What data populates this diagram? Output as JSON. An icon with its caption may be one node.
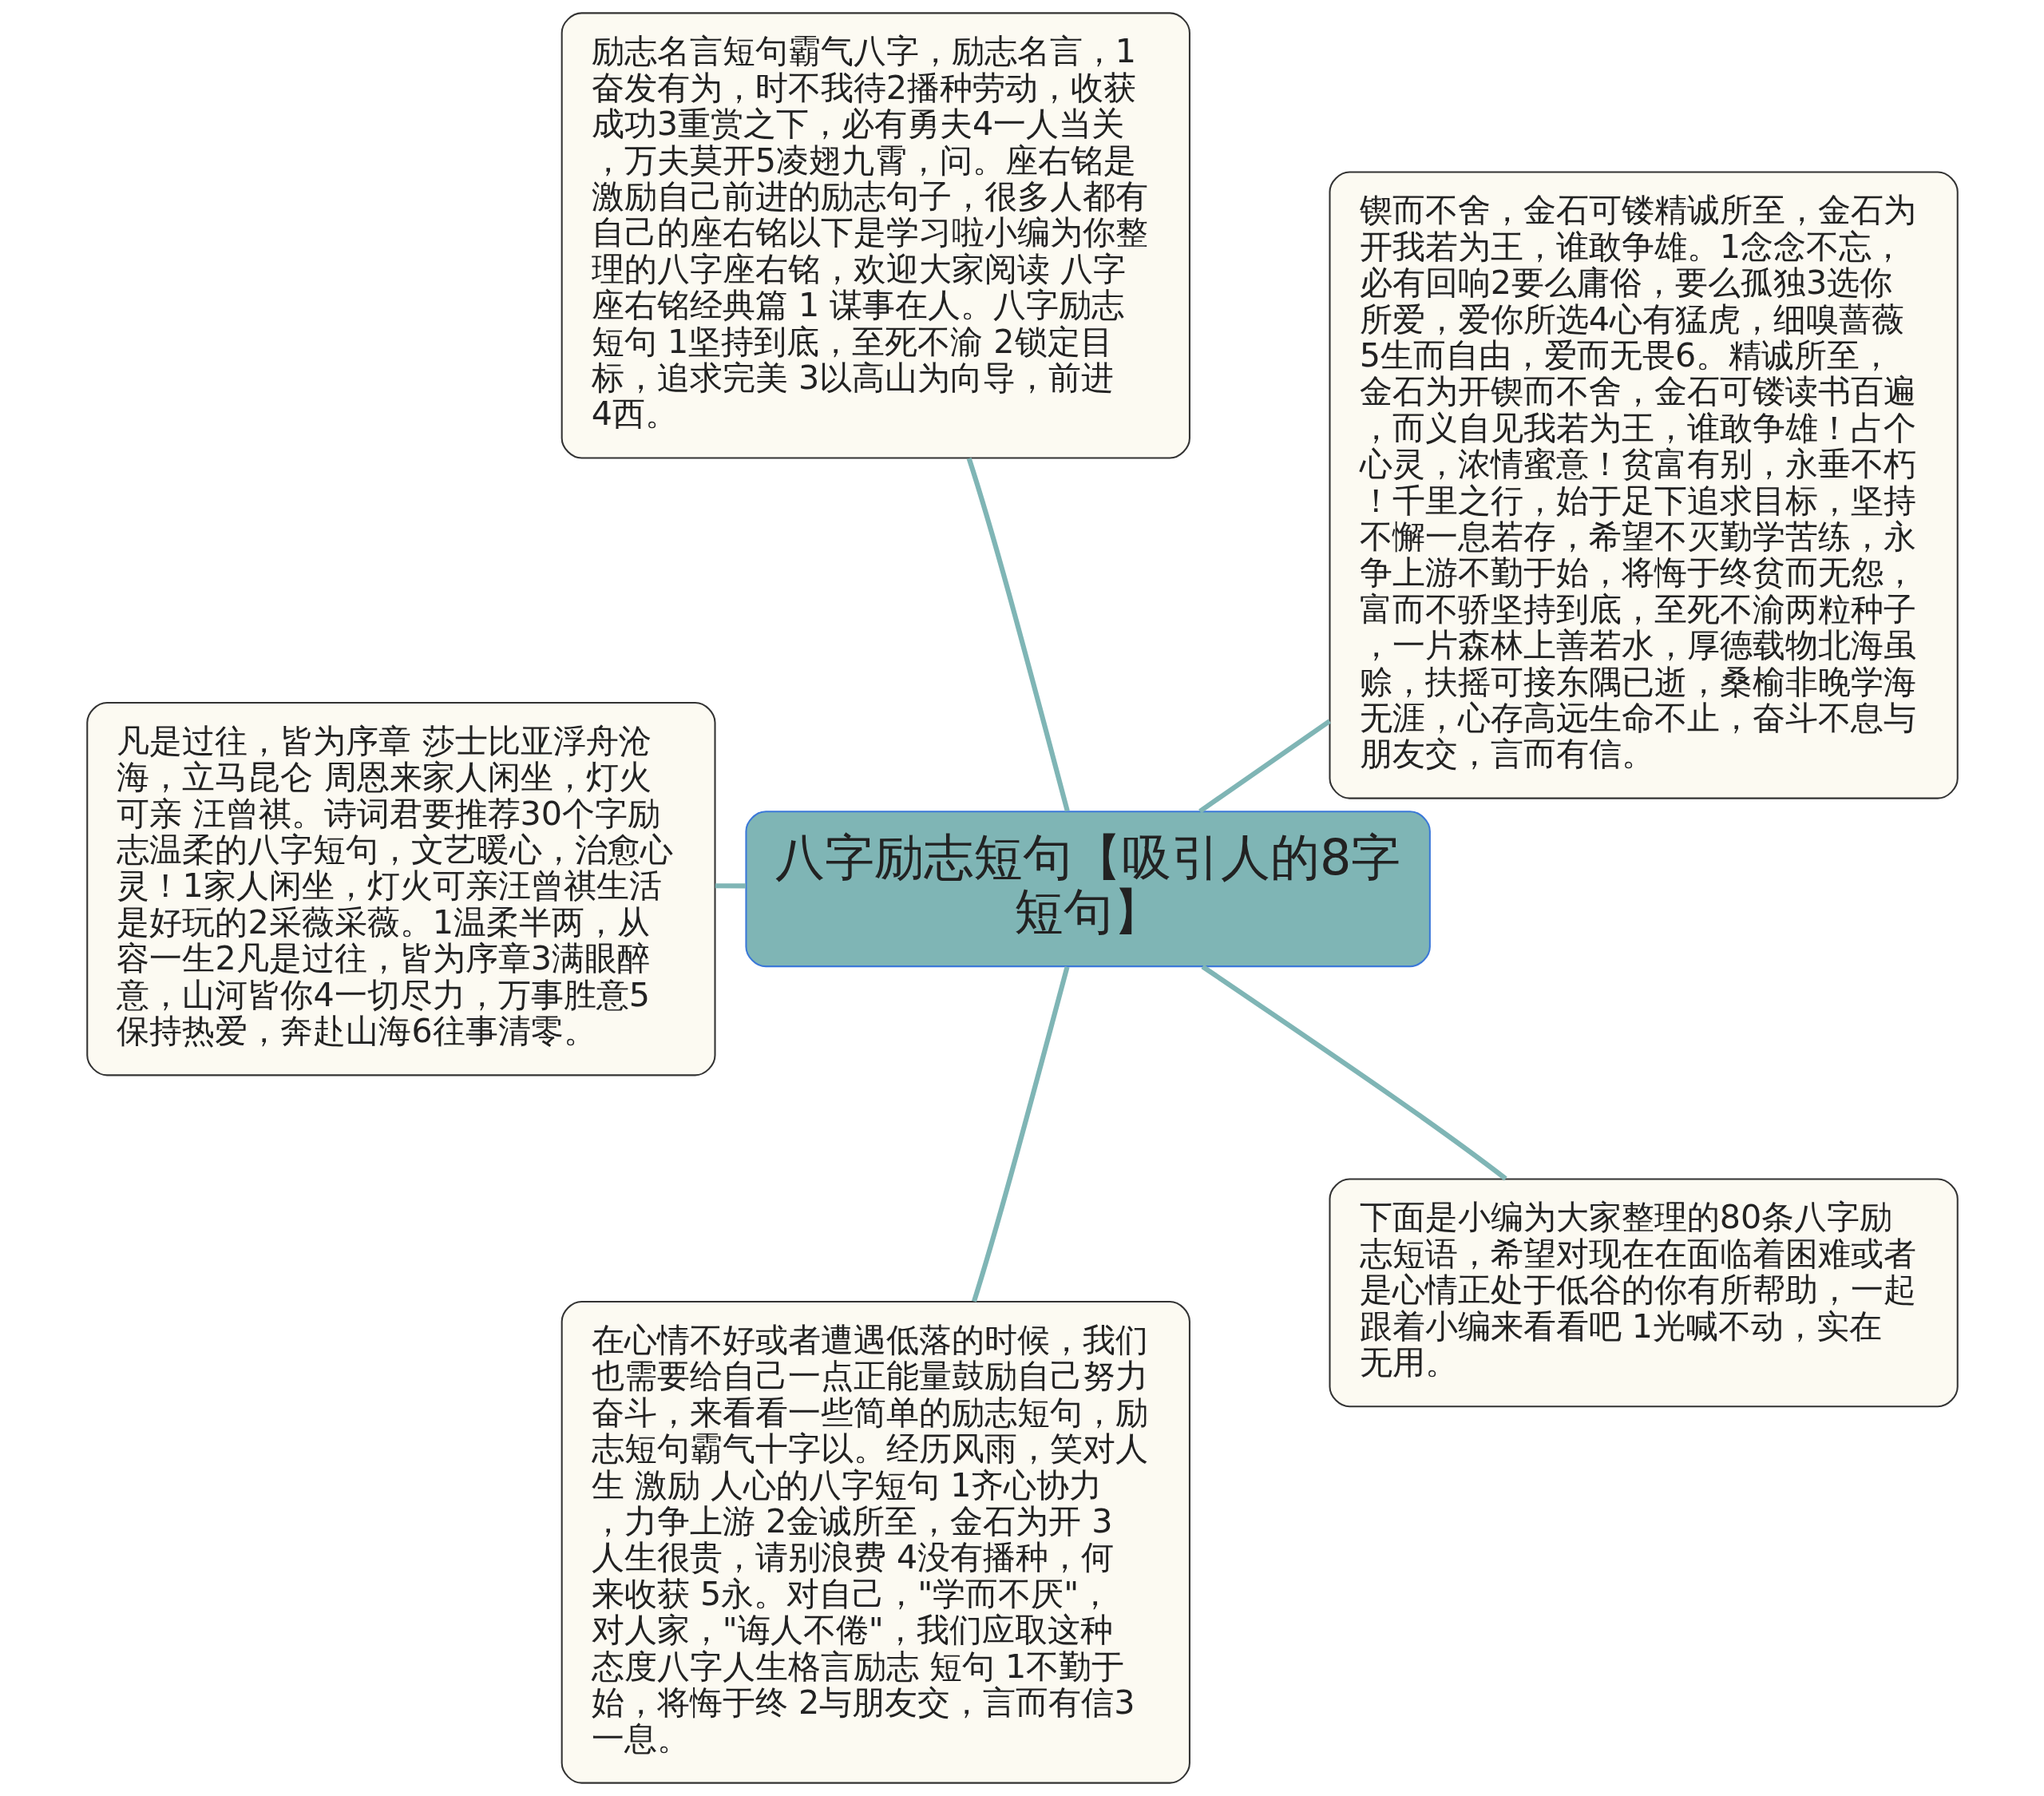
{
  "diagram": {
    "nodes": [
      {
        "text": [
          "八字励志短句【吸引人的8字短句】"
        ]
      },
      {
        "text": [
          "锲而不舍，金石可镂精诚所至，金石为开我若为王，谁敢争雄。1念念不忘，必有回响2要么庸俗，要么孤独3选你所爱，爱你所选4心有猛虎，细嗅蔷薇5生而自由，爱而无畏6。精诚所至，金石为开锲而不舍，金石可镂读书百遍，而义自见我若为王，谁敢争雄！占个心灵，浓情蜜意！贫富有别，永垂不朽！千里之行，始于足下追求目标，坚持不懈一息若存，希望不灭勤学苦练，永争上游不勤于始，将悔于终贫而无怨，富而不骄坚持到底，至死不渝两粒种子，一片森林上善若水，厚德载物北海虽赊，扶摇可接东隅已逝，桑榆非晚学海无涯，心存高远生命不止，奋斗不息与朋友交，言而有信。"
        ]
      },
      {
        "text": [
          "励志名言短句霸气八字，励志名言，1奋发有为，时不我待2播种劳动，收获成功3重赏之下，必有勇夫4一人当关，万夫莫开5凌翅九霄，问。座右铭是激励自己前进的励志句子，很多人都有自己的座右铭以下是学习啦小编为你整理的八字座右铭，欢迎大家阅读 八字座右铭经典篇 1 谋事在人。八字励志短句 1坚持到底，至死不渝 2锁定目标，追求完美 3以高山为向导，前进 4西。"
        ]
      },
      {
        "text": [
          "凡是过往，皆为序章 莎士比亚浮舟沧海，立马昆仑 周恩来家人闲坐，灯火可亲 汪曾祺。诗词君要推荐30个字励志温柔的八字短句，文艺暖心，治愈心灵！1家人闲坐，灯火可亲汪曾祺生活是好玩的2采薇采薇。1温柔半两，从容一生2凡是过往，皆为序章3满眼醉意，山河皆你4一切尽力，万事胜意5保持热爱，奔赴山海6往事清零。"
        ]
      },
      {
        "text": [
          "在心情不好或者遭遇低落的时候，我们也需要给自己一点正能量鼓励自己努力奋斗，来看看一些简单的励志短句，励志短句霸气十字以。经历风雨，笑对人生 激励 人心的八字短句 1齐心协力，力争上游 2金诚所至，金石为开 3人生很贵，请别浪费 4没有播种，何来收获 5永。对自己，\"学而不厌\"，对人家，\"诲人不倦\"，我们应取这种态度八字人生格言励志 短句 1不勤于始，将悔于终 2与朋友交，言而有信3一息。"
        ]
      },
      {
        "text": [
          "下面是小编为大家整理的80条八字励志短语，希望对现在在面临着困难或者是心情正处于低谷的你有所帮助，一起跟着小编来看看吧 1光喊不动，实在无用。"
        ]
      }
    ],
    "edges": [
      {
        "from": 0,
        "to": 1,
        "arrow": "none"
      },
      {
        "from": 0,
        "to": 2,
        "arrow": "none"
      },
      {
        "from": 0,
        "to": 3,
        "arrow": "none"
      },
      {
        "from": 0,
        "to": 4,
        "arrow": "none"
      },
      {
        "from": 0,
        "to": 5,
        "arrow": "none"
      }
    ]
  }
}
